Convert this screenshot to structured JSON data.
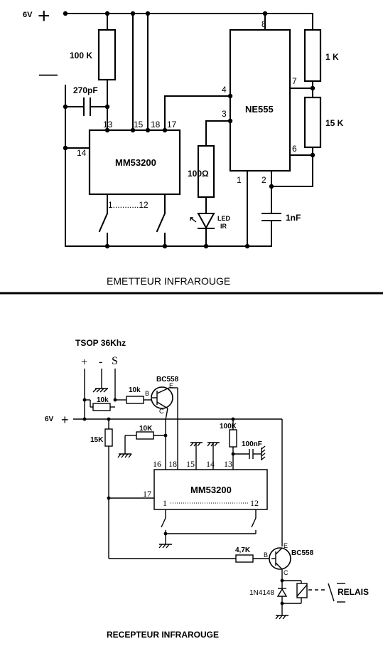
{
  "emitter": {
    "caption": "EMETTEUR INFRAROUGE",
    "supply_label": "6V",
    "plus_sign": "+",
    "minus_sign": "—",
    "ic1": "MM53200",
    "ic2": "NE555",
    "r_100k": "100 K",
    "c_270pf": "270pF",
    "r_1k": "1 K",
    "r_15k": "15 K",
    "r_100ohm": "100Ω",
    "led_label_1": "LED",
    "led_label_2": "IR",
    "c_1nf": "1nF",
    "pin_13": "13",
    "pin_15": "15",
    "pin_18": "18",
    "pin_17": "17",
    "pin_14": "14",
    "pin_1": "1",
    "pin_12": "12",
    "pin_dots": "1...........12",
    "ne_pin_8": "8",
    "ne_pin_4": "4",
    "ne_pin_3": "3",
    "ne_pin_7": "7",
    "ne_pin_6": "6",
    "ne_pin_1": "1",
    "ne_pin_2": "2"
  },
  "receiver": {
    "caption": "RECEPTEUR INFRAROUGE",
    "tsop_label": "TSOP 36Khz",
    "tsop_plus": "+",
    "tsop_minus": "-",
    "tsop_s": "S",
    "supply_label": "6V",
    "plus_sign": "+",
    "q1": "BC558",
    "q2": "BC558",
    "r_10k_a": "10k",
    "r_10k_b": "10k",
    "r_10k_c": "10K",
    "r_15k": "15K",
    "r_100k": "100K",
    "c_100nf": "100nF",
    "r_4k7": "4,7K",
    "diode": "1N4148",
    "relay": "RELAIS",
    "ic": "MM53200",
    "pin_16": "16",
    "pin_18": "18",
    "pin_15": "15",
    "pin_14": "14",
    "pin_13": "13",
    "pin_17": "17",
    "pin_1": "1",
    "pin_12": "12",
    "b": "B",
    "e": "E",
    "c": "C"
  }
}
